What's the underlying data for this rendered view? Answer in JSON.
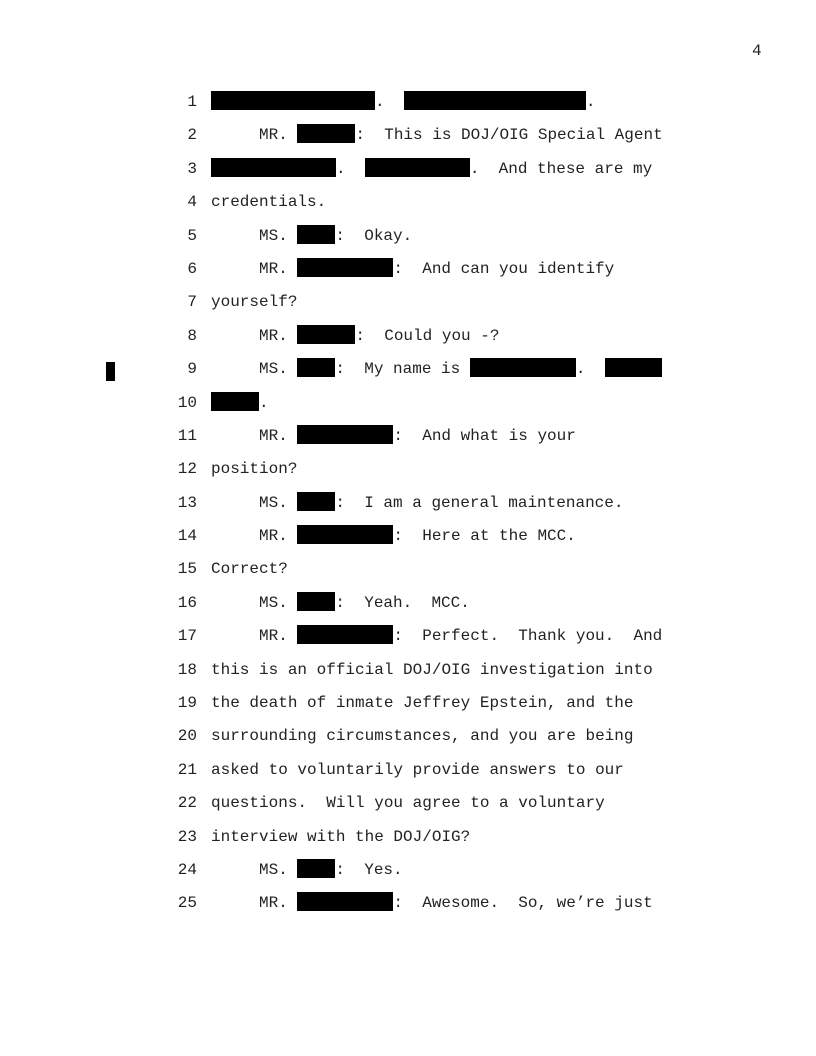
{
  "page_number": "4",
  "lines": [
    {
      "n": "1",
      "s": [
        "",
        ".  ",
        "."
      ]
    },
    {
      "n": "2",
      "s": [
        "     MR. ",
        ":  This is DOJ/OIG Special Agent"
      ]
    },
    {
      "n": "3",
      "s": [
        "",
        ".  ",
        ".  And these are my"
      ]
    },
    {
      "n": "4",
      "s": [
        "credentials."
      ]
    },
    {
      "n": "5",
      "s": [
        "     MS. ",
        ":  Okay."
      ]
    },
    {
      "n": "6",
      "s": [
        "     MR. ",
        ":  And can you identify"
      ]
    },
    {
      "n": "7",
      "s": [
        "yourself?"
      ]
    },
    {
      "n": "8",
      "s": [
        "     MR. ",
        ":  Could you -?"
      ]
    },
    {
      "n": "9",
      "s": [
        "     MS. ",
        ":  My name is ",
        ".  "
      ]
    },
    {
      "n": "10",
      "s": [
        "",
        "."
      ]
    },
    {
      "n": "11",
      "s": [
        "     MR. ",
        ":  And what is your"
      ]
    },
    {
      "n": "12",
      "s": [
        "position?"
      ]
    },
    {
      "n": "13",
      "s": [
        "     MS. ",
        ":  I am a general maintenance."
      ]
    },
    {
      "n": "14",
      "s": [
        "     MR. ",
        ":  Here at the MCC."
      ]
    },
    {
      "n": "15",
      "s": [
        "Correct?"
      ]
    },
    {
      "n": "16",
      "s": [
        "     MS. ",
        ":  Yeah.  MCC."
      ]
    },
    {
      "n": "17",
      "s": [
        "     MR. ",
        ":  Perfect.  Thank you.  And"
      ]
    },
    {
      "n": "18",
      "s": [
        "this is an official DOJ/OIG investigation into"
      ]
    },
    {
      "n": "19",
      "s": [
        "the death of inmate Jeffrey Epstein, and the"
      ]
    },
    {
      "n": "20",
      "s": [
        "surrounding circumstances, and you are being"
      ]
    },
    {
      "n": "21",
      "s": [
        "asked to voluntarily provide answers to our"
      ]
    },
    {
      "n": "22",
      "s": [
        "questions.  Will you agree to a voluntary"
      ]
    },
    {
      "n": "23",
      "s": [
        "interview with the DOJ/OIG?"
      ]
    },
    {
      "n": "24",
      "s": [
        "     MS. ",
        ":  Yes."
      ]
    },
    {
      "n": "25",
      "s": [
        "     MR. ",
        ":  Awesome.  So, we’re just"
      ]
    }
  ]
}
